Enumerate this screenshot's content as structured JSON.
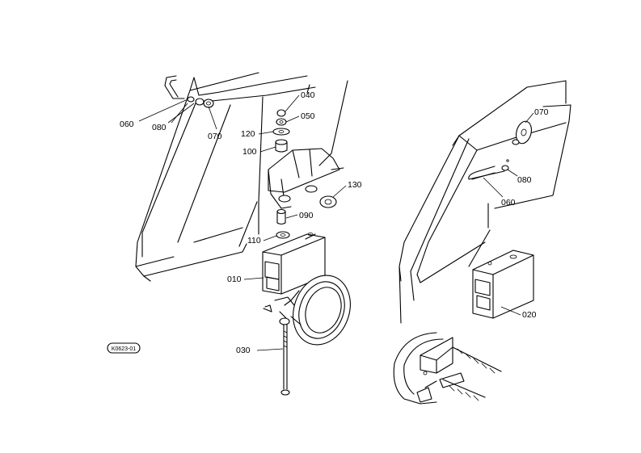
{
  "diagram": {
    "labels": {
      "p010": "010",
      "p020": "020",
      "p030": "030",
      "p040": "040",
      "p050": "050",
      "p060_left": "060",
      "p060_right": "060",
      "p070_left": "070",
      "p070_right": "070",
      "p080_left": "080",
      "p080_right": "080",
      "p090": "090",
      "p100": "100",
      "p110": "110",
      "p120": "120",
      "p130": "130"
    },
    "stamp": "K0623-01"
  }
}
